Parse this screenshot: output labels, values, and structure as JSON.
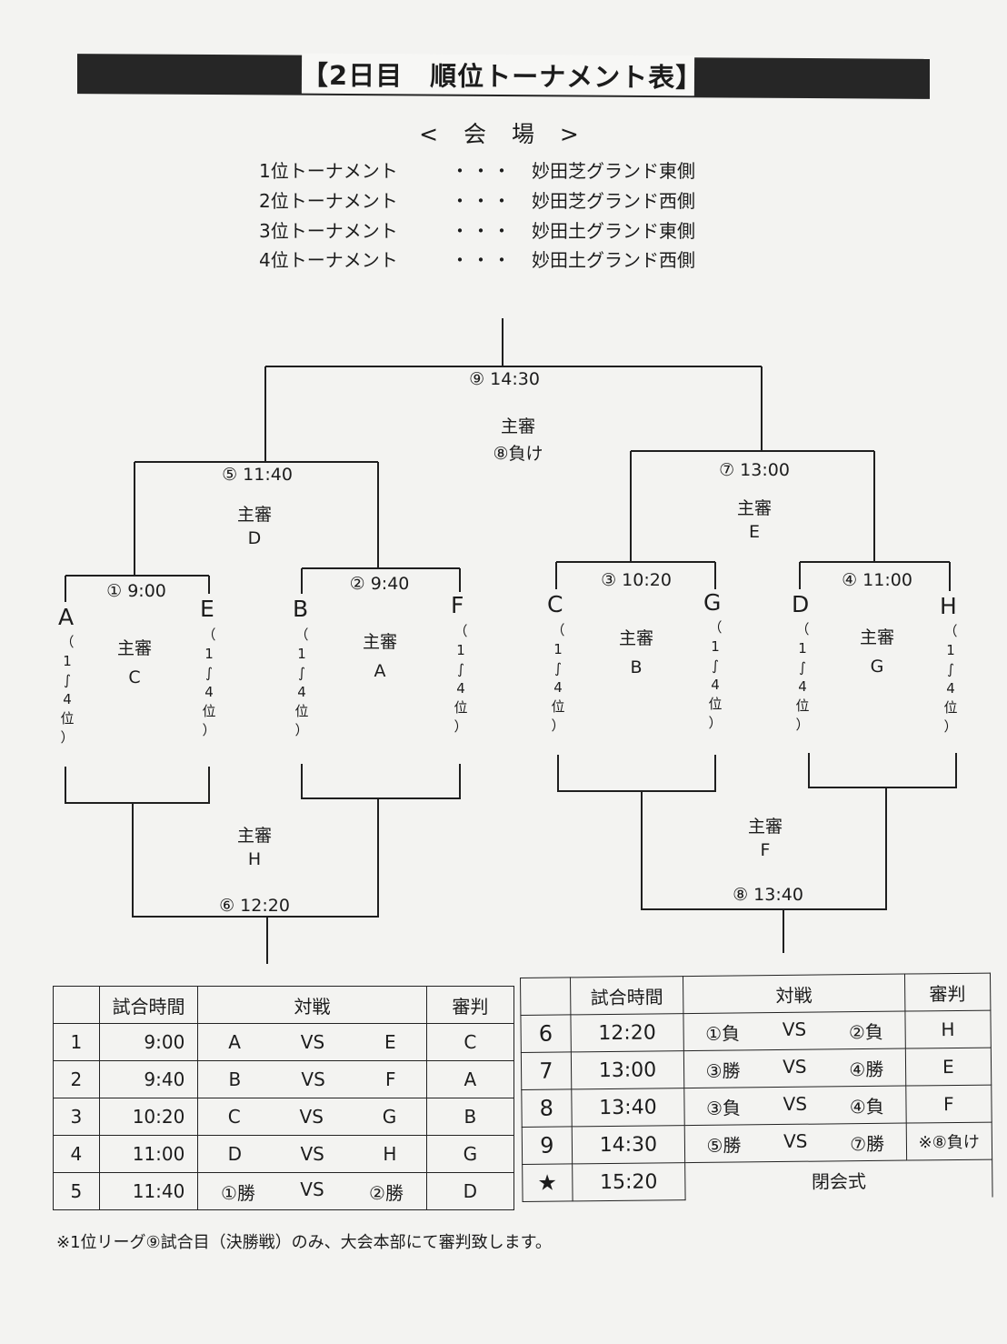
{
  "title": "【2日目　順位トーナメント表】",
  "venue": {
    "heading": "< 会 場 >",
    "rows": [
      {
        "name": "1位トーナメント",
        "dots": "・・・",
        "place": "妙田芝グランド東側"
      },
      {
        "name": "2位トーナメント",
        "dots": "・・・",
        "place": "妙田芝グランド西側"
      },
      {
        "name": "3位トーナメント",
        "dots": "・・・",
        "place": "妙田土グランド東側"
      },
      {
        "name": "4位トーナメント",
        "dots": "・・・",
        "place": "妙田土グランド西側"
      }
    ]
  },
  "bracket": {
    "teams": [
      "A",
      "E",
      "B",
      "F",
      "C",
      "G",
      "D",
      "H"
    ],
    "rank_note": [
      "（",
      "1",
      "∫",
      "4",
      "位",
      "）"
    ],
    "matches": {
      "m1": "① 9:00",
      "m2": "② 9:40",
      "m3": "③ 10:20",
      "m4": "④ 11:00",
      "m5": "⑤ 11:40",
      "m6": "⑥ 12:20",
      "m7": "⑦ 13:00",
      "m8": "⑧ 13:40",
      "m9": "⑨ 14:30"
    },
    "referee_label": "主審",
    "referees": {
      "m1": "C",
      "m2": "A",
      "m3": "B",
      "m4": "G",
      "m5": "D",
      "m6": "H",
      "m7": "E",
      "m8": "F",
      "m9": "⑧負け"
    }
  },
  "schedule": {
    "headers": {
      "time": "試合時間",
      "match": "対戦",
      "referee": "審判"
    },
    "vs": "VS",
    "left": [
      {
        "no": "1",
        "time": "9:00",
        "a": "A",
        "b": "E",
        "ref": "C"
      },
      {
        "no": "2",
        "time": "9:40",
        "a": "B",
        "b": "F",
        "ref": "A"
      },
      {
        "no": "3",
        "time": "10:20",
        "a": "C",
        "b": "G",
        "ref": "B"
      },
      {
        "no": "4",
        "time": "11:00",
        "a": "D",
        "b": "H",
        "ref": "G"
      },
      {
        "no": "5",
        "time": "11:40",
        "a": "①勝",
        "b": "②勝",
        "ref": "D"
      }
    ],
    "right": [
      {
        "no": "6",
        "time": "12:20",
        "a": "①負",
        "b": "②負",
        "ref": "H"
      },
      {
        "no": "7",
        "time": "13:00",
        "a": "③勝",
        "b": "④勝",
        "ref": "E"
      },
      {
        "no": "8",
        "time": "13:40",
        "a": "③負",
        "b": "④負",
        "ref": "F"
      },
      {
        "no": "9",
        "time": "14:30",
        "a": "⑤勝",
        "b": "⑦勝",
        "ref": "※⑧負け"
      }
    ],
    "closing": {
      "no": "★",
      "time": "15:20",
      "label": "閉会式"
    }
  },
  "footnote": "※1位リーグ⑨試合目（決勝戦）のみ、大会本部にて審判致します。"
}
